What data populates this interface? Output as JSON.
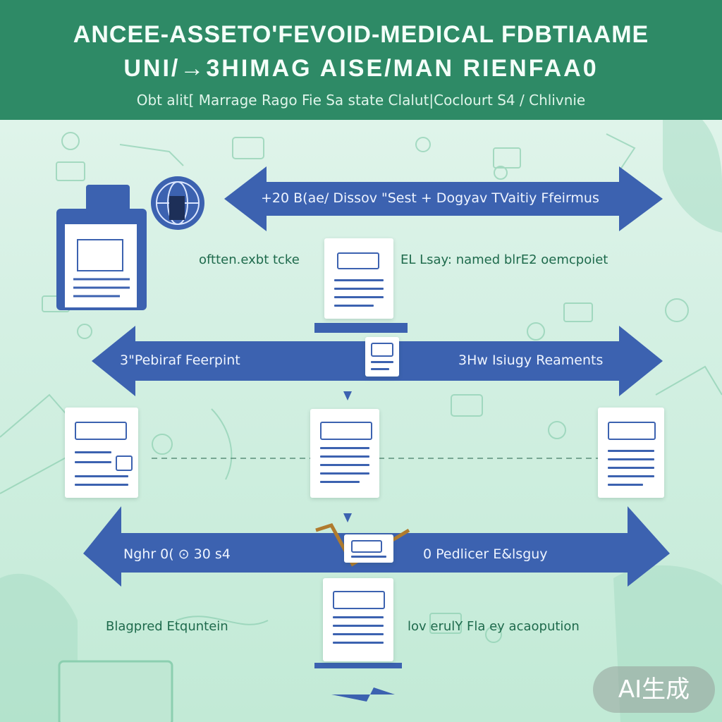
{
  "header": {
    "title_line1": "ANCEE-ASSETO'FEVOID-MEDICAL FDBTIAAME",
    "title_line2": "UNI/→3HIMAG AISE/MAN RIENFAA0",
    "subtitle": "Obt alit[ Marrage Rago Fie Sa state Clalut|Coclourt S4 / Chlivnie"
  },
  "arrows": {
    "top_label": "+20 B(ae/ Dissov \"Sest + Dogyav TVaitiy Ffeirmus",
    "middle_left_label": "3\"Pebiraf Feerpint",
    "middle_right_label": "3Hw Isiugy Reaments",
    "bottom_left_label": "Nghr 0( ⊙ 30 s4",
    "bottom_right_label": "0 Pedlicer E&lsguy"
  },
  "annotations": {
    "upper_left": "oftten.exbt tcke",
    "upper_right": "EL Lsay: named blrE2 oemcpoiet",
    "lower_left": "Blagpred Etquntein",
    "lower_right": "lov erulY Fla ey acaopution"
  },
  "watermark": "AI生成",
  "colors": {
    "header_green": "#2e8a66",
    "arrow_blue": "#3c62b0",
    "background_mint": "#d4f0e3",
    "accent_gold": "#b07b2e"
  }
}
